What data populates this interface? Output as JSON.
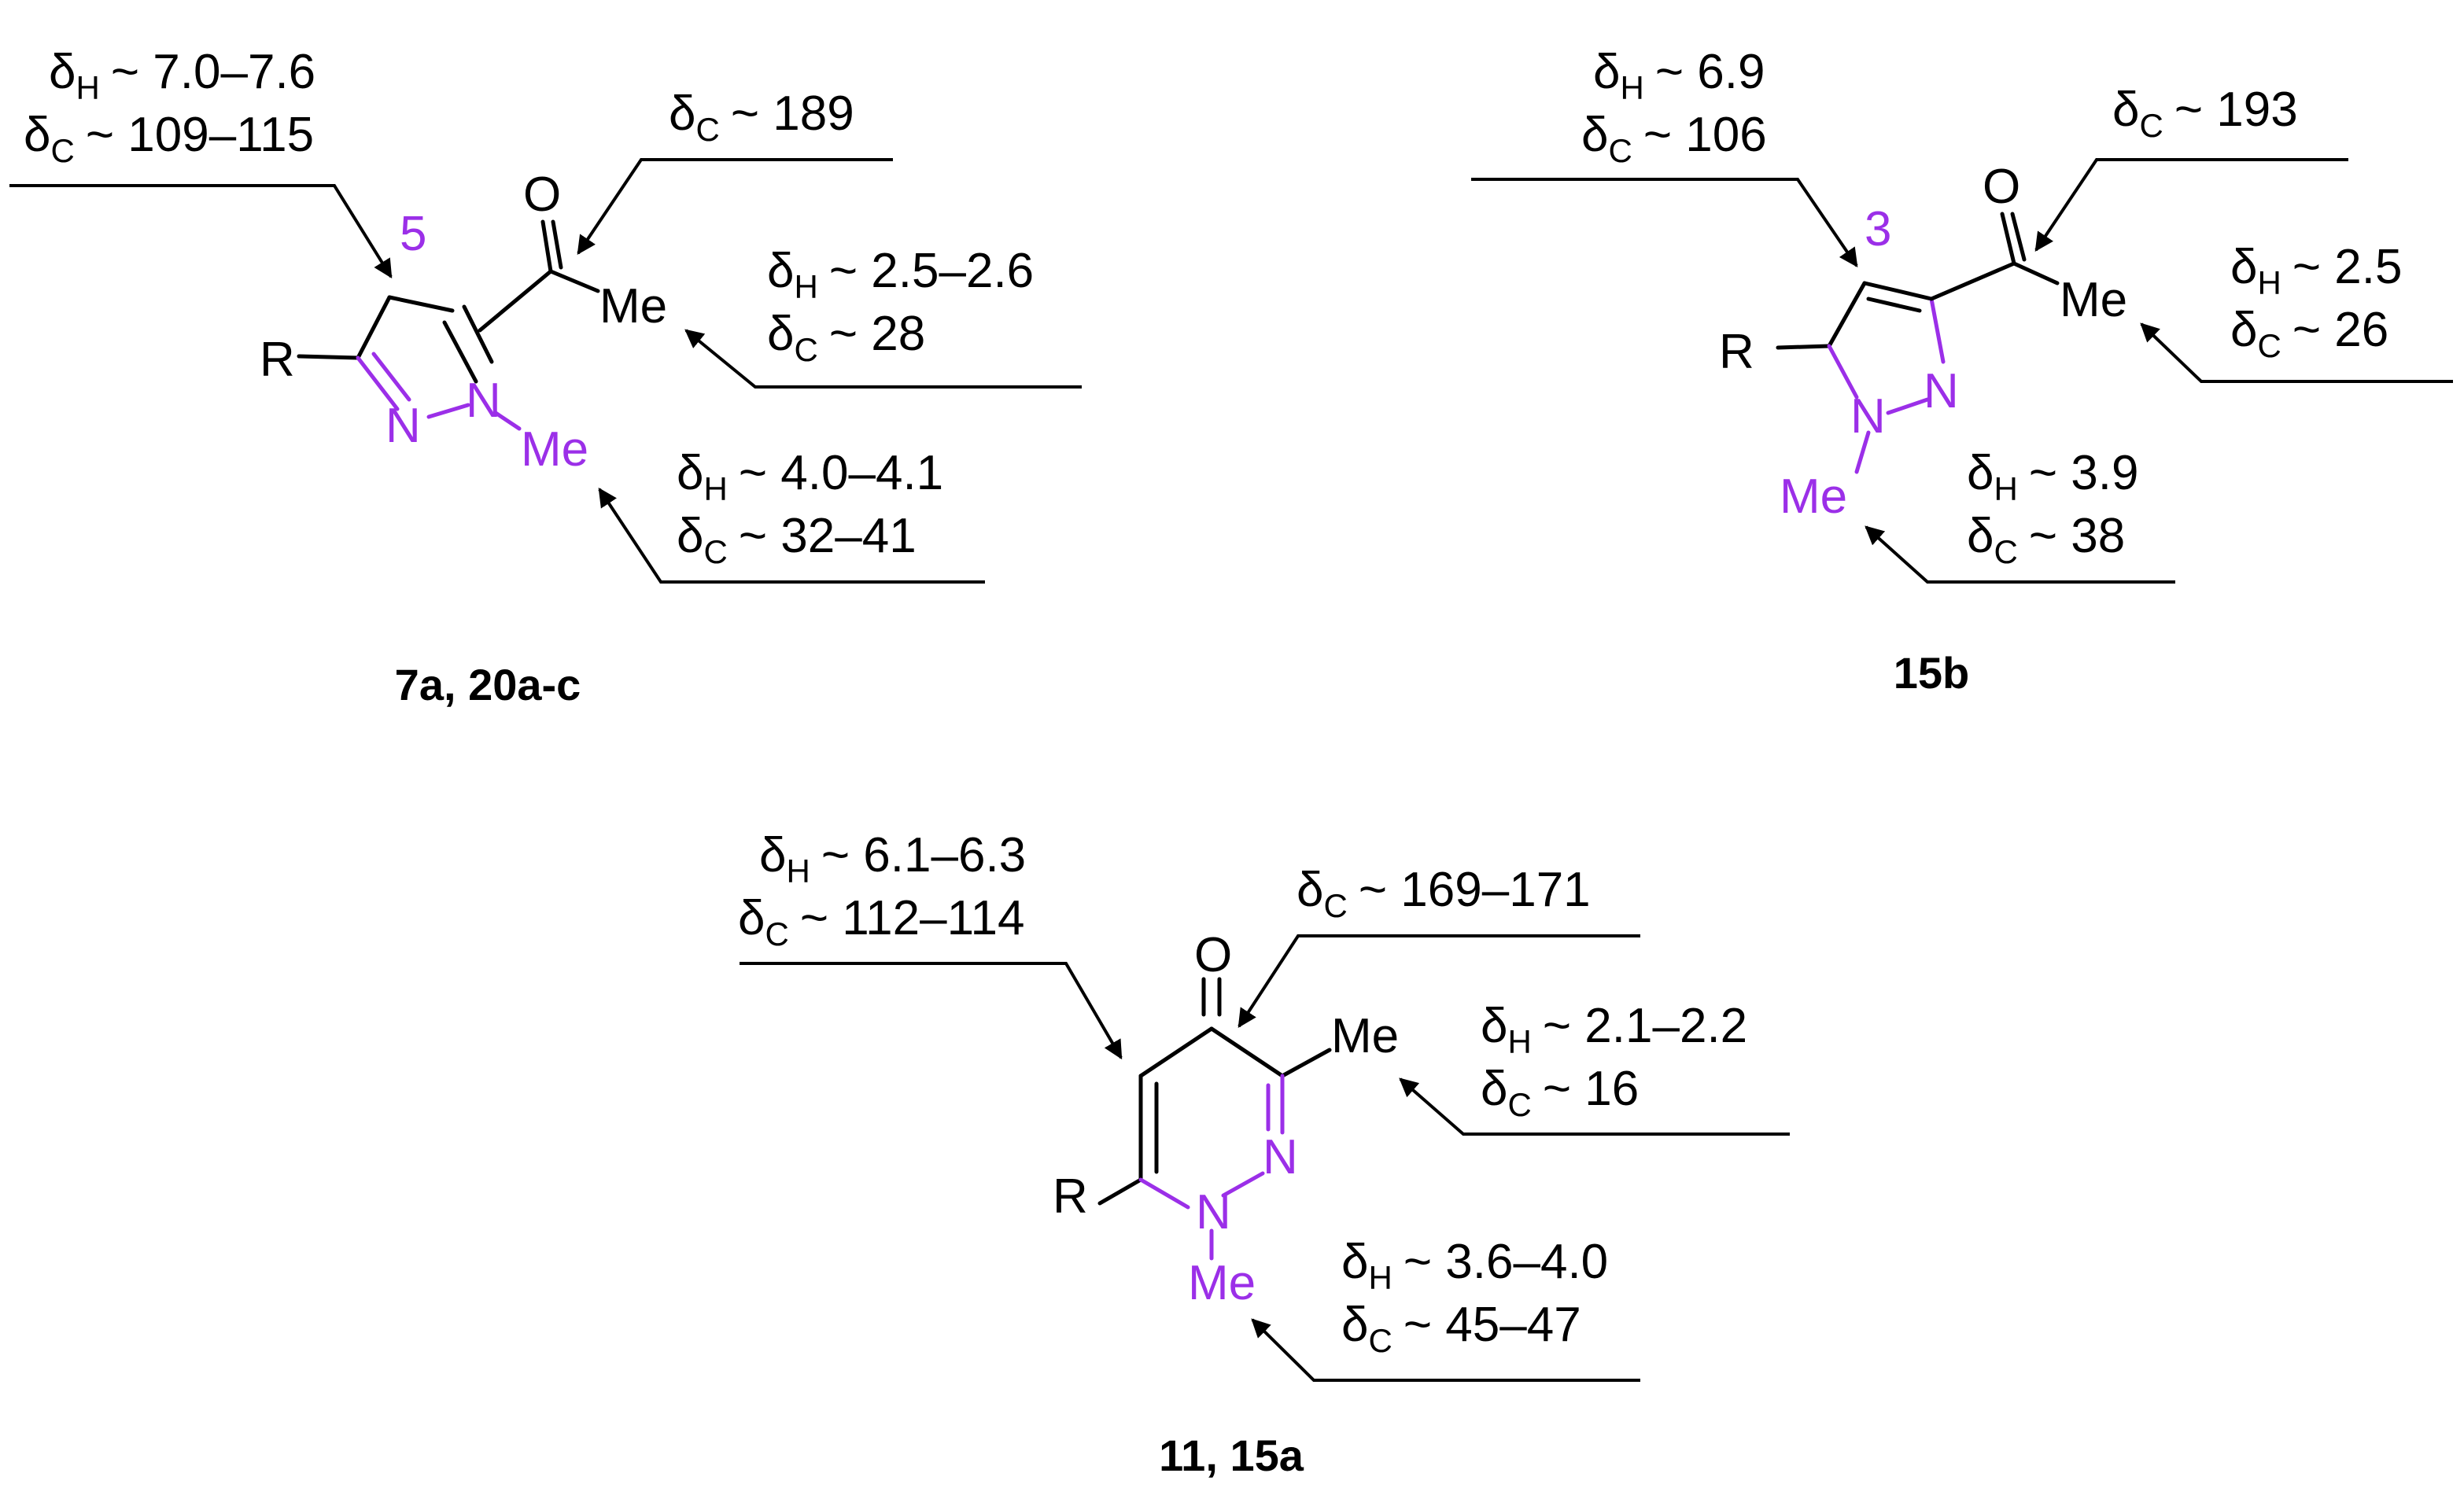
{
  "colors": {
    "ink": "#000000",
    "highlight": "#9b2fe8"
  },
  "shift_symbols": {
    "delta": "δ",
    "sub_h": "H",
    "sub_c": "C"
  },
  "structures": [
    {
      "id": "pyrazole-5-acetyl",
      "caption": "7a, 20a-c",
      "atoms": {
        "r": "R",
        "n_left": "N",
        "n_right": "N",
        "n_me": "Me",
        "o": "O",
        "acetyl_me": "Me",
        "position": "5"
      },
      "annotations": {
        "ring_ch": {
          "h": "~ 7.0–7.6",
          "c": "~ 109–115"
        },
        "carbonyl": {
          "c": "~ 189"
        },
        "acetyl_me": {
          "h": "~ 2.5–2.6",
          "c": "~ 28"
        },
        "n_me": {
          "h": "~ 4.0–4.1",
          "c": "~ 32–41"
        }
      }
    },
    {
      "id": "pyrazole-3-acetyl",
      "caption": "15b",
      "atoms": {
        "r": "R",
        "n_left": "N",
        "n_right": "N",
        "n_me": "Me",
        "o": "O",
        "acetyl_me": "Me",
        "position": "3"
      },
      "annotations": {
        "ring_ch": {
          "h": "~ 6.9",
          "c": "~ 106"
        },
        "carbonyl": {
          "c": "~ 193"
        },
        "acetyl_me": {
          "h": "~ 2.5",
          "c": "~ 26"
        },
        "n_me": {
          "h": "~ 3.9",
          "c": "~ 38"
        }
      }
    },
    {
      "id": "pyridazinone",
      "caption": "11, 15a",
      "atoms": {
        "r": "R",
        "n_left": "N",
        "n_right": "N",
        "n_me": "Me",
        "o": "O",
        "c_me": "Me"
      },
      "annotations": {
        "ring_ch": {
          "h": "~ 6.1–6.3",
          "c": "~ 112–114"
        },
        "carbonyl": {
          "c": "~ 169–171"
        },
        "c_me": {
          "h": "~ 2.1–2.2",
          "c": "~ 16"
        },
        "n_me": {
          "h": "~ 3.6–4.0",
          "c": "~ 45–47"
        }
      }
    }
  ]
}
